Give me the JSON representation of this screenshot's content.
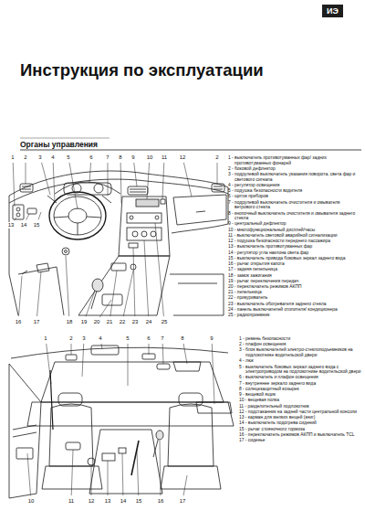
{
  "diagram": {
    "title": "Инструкция по эксплуатации",
    "nodes": [
      {
        "text": [
          "ИЭ"
        ]
      }
    ],
    "labels": [
      "Органы управления",
      "1",
      "2",
      "3",
      "4",
      "5",
      "6",
      "7",
      "8",
      "9",
      "10",
      "11",
      "12",
      "2",
      "13",
      "14",
      "15",
      "16",
      "17",
      "18",
      "19",
      "20",
      "21",
      "22",
      "23",
      "24",
      "25",
      "1 - выключатель противотуманных фар/ задних противотуманных фонарей",
      "2 - боковой дефлектор",
      "3 - подрулевой выключатель указания поворота, света фар и светового сигнала",
      "4 - регулятор освещения",
      "5 - подушка безопасности водителя",
      "6 - щиток приборов",
      "7 - подрулевой выключатель очистителя и омывателя ветрового стекла",
      "8 - кнопочный выключатель очистителя и омывателя заднего стекла",
      "9 - центральный дефлектор",
      "10 - многофункциональный дисплей/часы",
      "11 - выключатель световой аварийной сигнализации",
      "12 - подушка безопасности переднего пассажира",
      "13 - выключатель противотуманных фар",
      "14 - регулятор угла наклона света фар",
      "15 - выключатель привода боковых зеркал заднего вида",
      "16 - рычаг открытия капота",
      "17 - задняя пепельница",
      "18 - замок зажигания",
      "19 - рычаг переключения передач",
      "20 - переключатель режимов АКПП",
      "21 - пепельница",
      "22 - прикуриватель",
      "23 - выключатель обогревателя заднего стекла",
      "24 - панель выключателей отопителя/ кондиционера",
      "25 - радиоприемник",
      "1",
      "2",
      "3",
      "4",
      "5",
      "6",
      "7",
      "8",
      "9",
      "10",
      "11",
      "12",
      "13",
      "14",
      "15",
      "16",
      "17",
      "1 - ремень безопасности",
      "2 - плафон освещения",
      "3 - блок выключателей электро-стеклоподъемников на подлокотнике водительской двери",
      "4 - люк",
      "5 - выключатель боковых зеркал заднего вида с электроприводом на подлокотнике водительской двери",
      "6 - выключатель и плафон освещения",
      "7 - внутреннее зеркало заднего вида",
      "8 - солнцезащитный козырек",
      "9 - вещевой ящик",
      "10 - вещевая полка",
      "11 - разделительный подлокотник",
      "12 - подстаканник на задней части центральной консоли",
      "13 - карман для мелких вещей (книг)",
      "14 - выключатель подогрева сидений",
      "15 - рычаг стояночного тормоза",
      "16 - переключатель режимов АКПП и выключатель TCL",
      "17 - сиденье"
    ]
  }
}
